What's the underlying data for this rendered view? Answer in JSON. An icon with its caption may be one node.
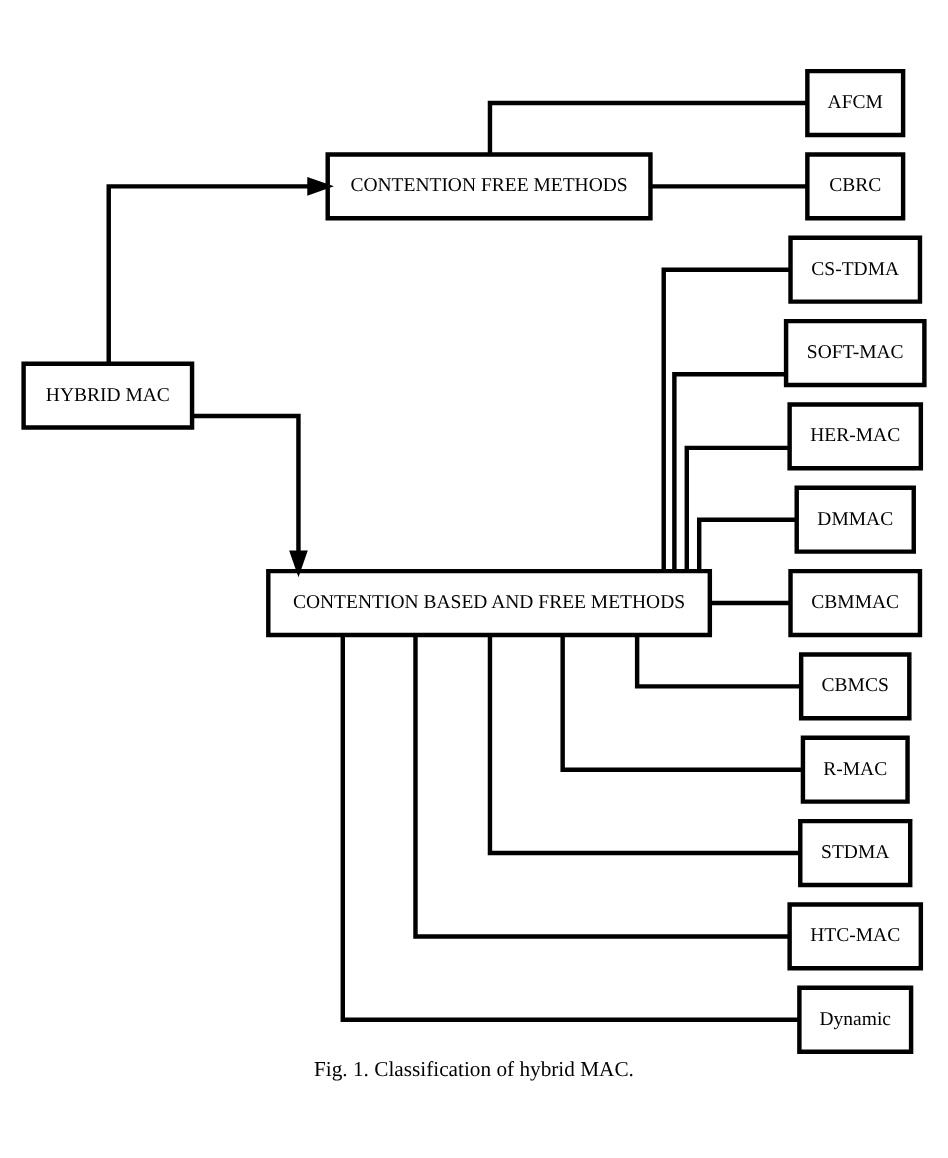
{
  "diagram": {
    "caption": "Fig. 1. Classification of hybrid MAC.",
    "nodes": [
      {
        "text": [
          "HYBRID MAC"
        ]
      },
      {
        "text": [
          "CONTENTION FREE METHODS"
        ]
      },
      {
        "text": [
          "CONTENTION BASED AND FREE METHODS"
        ]
      },
      {
        "text": [
          "AFCM"
        ]
      },
      {
        "text": [
          "CBRC"
        ]
      },
      {
        "text": [
          "CS-TDMA"
        ]
      },
      {
        "text": [
          "SOFT-MAC"
        ]
      },
      {
        "text": [
          "HER-MAC"
        ]
      },
      {
        "text": [
          "DMMAC"
        ]
      },
      {
        "text": [
          "CBMMAC"
        ]
      },
      {
        "text": [
          "CBMCS"
        ]
      },
      {
        "text": [
          "R-MAC"
        ]
      },
      {
        "text": [
          "STDMA"
        ]
      },
      {
        "text": [
          "HTC-MAC"
        ]
      },
      {
        "text": [
          "Dynamic"
        ]
      }
    ],
    "edges": [
      {
        "from": 0,
        "to": 1,
        "arrow": "to"
      },
      {
        "from": 0,
        "to": 2,
        "arrow": "to"
      },
      {
        "from": 1,
        "to": 3,
        "arrow": "none"
      },
      {
        "from": 1,
        "to": 4,
        "arrow": "none"
      },
      {
        "from": 2,
        "to": 5,
        "arrow": "none"
      },
      {
        "from": 2,
        "to": 6,
        "arrow": "none"
      },
      {
        "from": 2,
        "to": 7,
        "arrow": "none"
      },
      {
        "from": 2,
        "to": 8,
        "arrow": "none"
      },
      {
        "from": 2,
        "to": 9,
        "arrow": "none"
      },
      {
        "from": 2,
        "to": 10,
        "arrow": "none"
      },
      {
        "from": 2,
        "to": 11,
        "arrow": "none"
      },
      {
        "from": 2,
        "to": 12,
        "arrow": "none"
      },
      {
        "from": 2,
        "to": 13,
        "arrow": "none"
      },
      {
        "from": 2,
        "to": 14,
        "arrow": "none"
      }
    ]
  }
}
